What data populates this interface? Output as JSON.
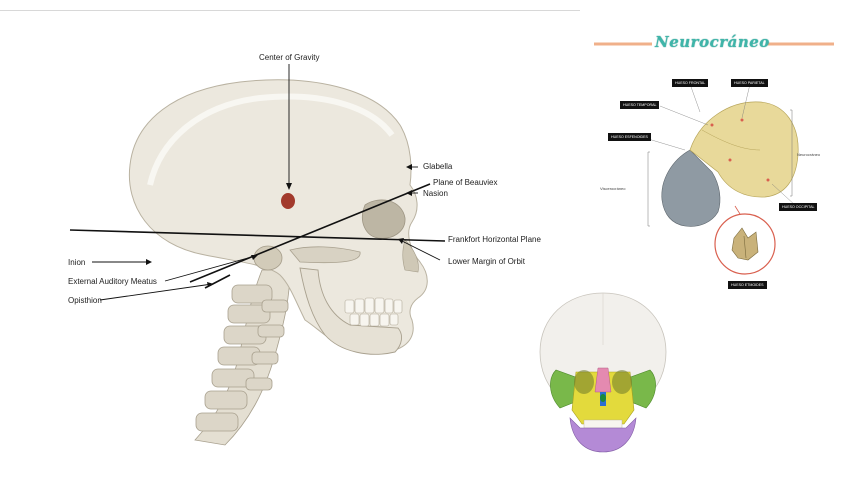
{
  "main_diagram": {
    "labels": {
      "center_of_gravity": "Center of Gravity",
      "glabella": "Glabella",
      "plane_of_beauviex": "Plane of Beauviex",
      "nasion": "Nasion",
      "frankfort_plane": "Frankfort Horizontal Plane",
      "lower_margin_orbit": "Lower Margin of Orbit",
      "inion": "Inion",
      "external_auditory_meatus": "External Auditory Meatus",
      "opisthion": "Opisthion"
    },
    "colors": {
      "skull": "#ece8de",
      "skull_shadow": "#c9c3b4",
      "gravity_dot": "#a23a2c",
      "line": "#111111"
    }
  },
  "neurocranium_panel": {
    "title": "Neurocráneo",
    "title_color": "#3fb5a9",
    "banner_color": "#f0b08a",
    "tags": {
      "frontal": "HUESO FRONTAL",
      "parietal": "HUESO PARIETAL",
      "temporal": "HUESO TEMPORAL",
      "esfenoides": "HUESO ESFENOIDES",
      "occipital": "HUESO OCCIPITAL",
      "etmoides": "HUESO ETMOIDES"
    },
    "side_labels": {
      "right": "Neurocráneo",
      "left": "Viscerocráneo"
    },
    "colors": {
      "neuro": "#e8d99a",
      "viscero": "#8f9aa3",
      "circle": "#d9604f"
    }
  },
  "frontal_skull": {
    "colors": {
      "skull": "#f2f0ec",
      "zygomatic": "#79b84a",
      "maxilla": "#e3da3c",
      "nasal": "#e48ab0",
      "mandible": "#b48ad6",
      "vomer": "#2b6fd1"
    }
  }
}
